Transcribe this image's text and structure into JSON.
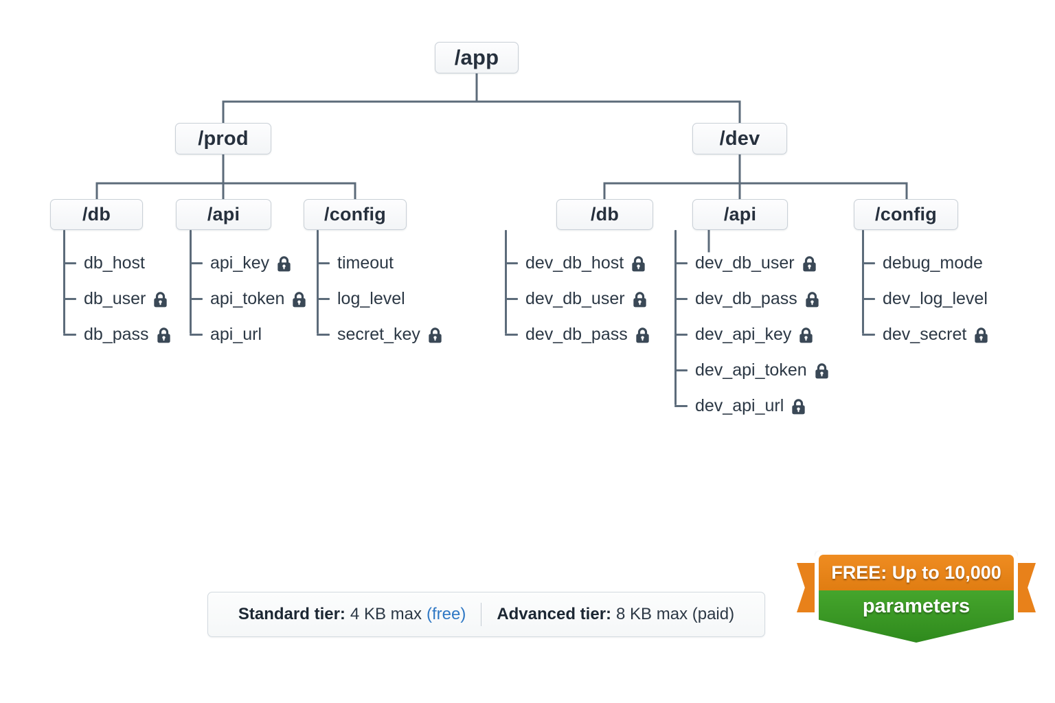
{
  "diagram": {
    "title": "parameter-store-hierarchy",
    "root": {
      "label": "/app"
    },
    "branches": [
      {
        "label": "/prod",
        "groups": [
          {
            "label": "/db",
            "leaves": [
              {
                "name": "db_host",
                "locked": false
              },
              {
                "name": "db_user",
                "locked": true
              },
              {
                "name": "db_pass",
                "locked": true
              }
            ]
          },
          {
            "label": "/api",
            "leaves": [
              {
                "name": "api_key",
                "locked": true
              },
              {
                "name": "api_token",
                "locked": true
              },
              {
                "name": "api_url",
                "locked": false
              }
            ]
          },
          {
            "label": "/config",
            "leaves": [
              {
                "name": "timeout",
                "locked": false
              },
              {
                "name": "log_level",
                "locked": false
              },
              {
                "name": "secret_key",
                "locked": true
              }
            ]
          }
        ]
      },
      {
        "label": "/dev",
        "groups": [
          {
            "label": "/db",
            "leaves": [
              {
                "name": "dev_db_host",
                "locked": true
              },
              {
                "name": "dev_db_user",
                "locked": true
              },
              {
                "name": "dev_db_pass",
                "locked": true
              }
            ]
          },
          {
            "label": "/api",
            "leaves": [
              {
                "name": "dev_db_user",
                "locked": true
              },
              {
                "name": "dev_db_pass",
                "locked": true
              },
              {
                "name": "dev_api_key",
                "locked": true
              },
              {
                "name": "dev_api_token",
                "locked": true
              },
              {
                "name": "dev_api_url",
                "locked": true
              }
            ]
          },
          {
            "label": "/config",
            "leaves": [
              {
                "name": "debug_mode",
                "locked": false
              },
              {
                "name": "dev_log_level",
                "locked": false
              },
              {
                "name": "dev_secret",
                "locked": true
              }
            ]
          }
        ]
      }
    ]
  },
  "tier_bar": {
    "standard_label": "Standard tier:",
    "standard_value": "4 KB max",
    "standard_note": "(free)",
    "advanced_label": "Advanced tier:",
    "advanced_value": "8 KB max (paid)"
  },
  "ribbon": {
    "line1": "FREE: Up to 10,000",
    "line2": "parameters"
  },
  "colors": {
    "line": "#5c6b7a",
    "node_text": "#26303d",
    "leaf_text": "#2c3845",
    "lock": "#3a4856",
    "free_blue": "#2f78c4",
    "ribbon_orange": "#e8811a",
    "ribbon_green": "#3d9e28",
    "background": "#ffffff"
  },
  "icons": {
    "lock": "lock-icon"
  }
}
